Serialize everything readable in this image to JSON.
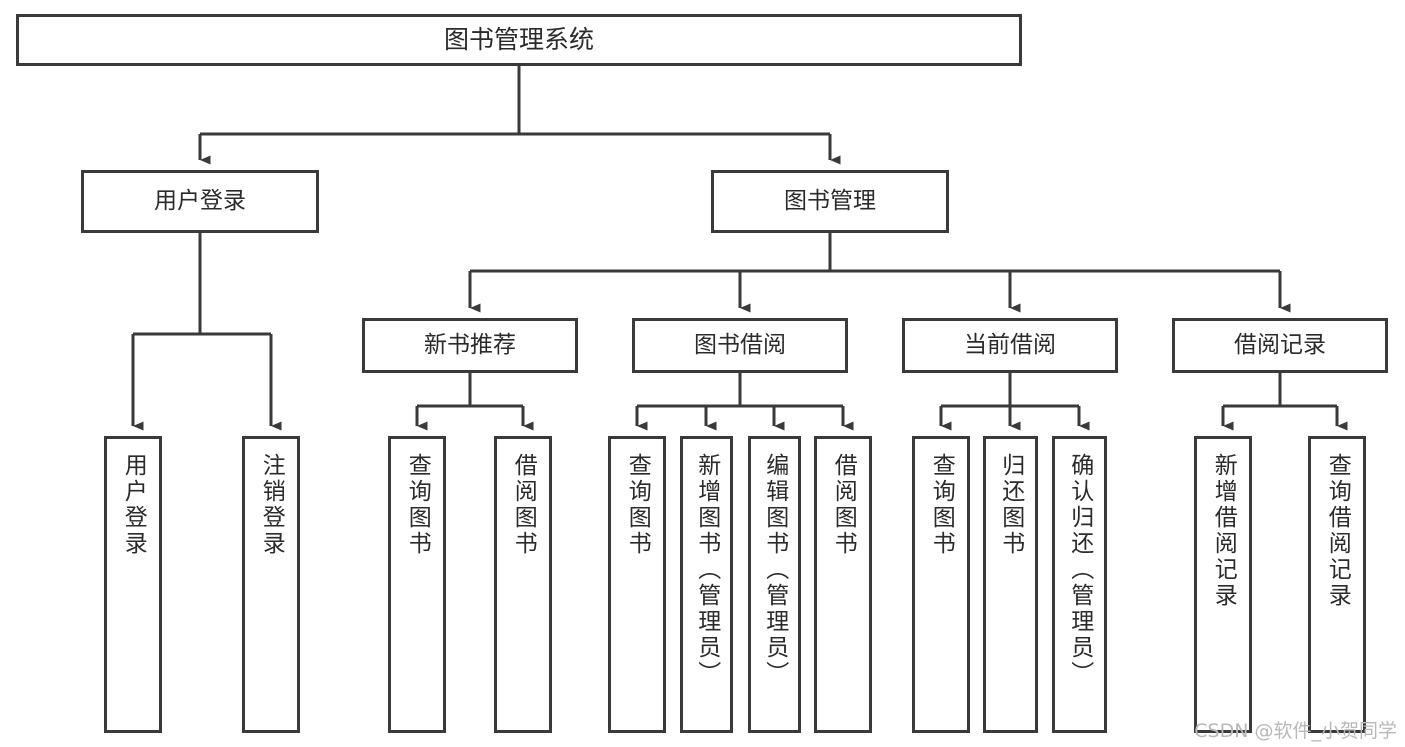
{
  "diagram": {
    "title": "图书管理系统",
    "watermark": "CSDN @软件_小贺同学",
    "colors": {
      "stroke": "#3a3a3a",
      "background": "#ffffff",
      "text": "#2b2b2b",
      "watermark": "#b9b9b9"
    },
    "root": {
      "label": "图书管理系统"
    },
    "level1": [
      {
        "label": "用户登录"
      },
      {
        "label": "图书管理"
      }
    ],
    "level2": [
      {
        "label": "新书推荐"
      },
      {
        "label": "图书借阅"
      },
      {
        "label": "当前借阅"
      },
      {
        "label": "借阅记录"
      }
    ],
    "leaves": [
      {
        "label": "用户登录"
      },
      {
        "label": "注销登录"
      },
      {
        "label": "查询图书"
      },
      {
        "label": "借阅图书"
      },
      {
        "label": "查询图书"
      },
      {
        "label": "新增图书（管理员）"
      },
      {
        "label": "编辑图书（管理员）"
      },
      {
        "label": "借阅图书"
      },
      {
        "label": "查询图书"
      },
      {
        "label": "归还图书"
      },
      {
        "label": "确认归还（管理员）"
      },
      {
        "label": "新增借阅记录"
      },
      {
        "label": "查询借阅记录"
      }
    ]
  }
}
